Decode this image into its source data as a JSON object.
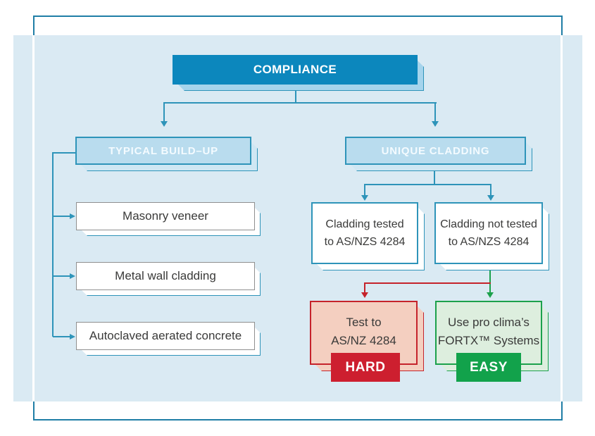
{
  "diagram": {
    "title": "COMPLIANCE",
    "typical": {
      "label": "TYPICAL BUILD–UP",
      "items": [
        "Masonry veneer",
        "Metal wall cladding",
        "Autoclaved aerated concrete"
      ]
    },
    "unique": {
      "label": "UNIQUE CLADDING",
      "tested": {
        "line1": "Cladding tested",
        "line2": "to AS/NZS 4284"
      },
      "not_tested": {
        "line1": "Cladding not tested",
        "line2": "to AS/NZS 4284"
      },
      "hard": {
        "line1": "Test to",
        "line2": "AS/NZ 4284",
        "badge": "HARD"
      },
      "easy": {
        "line1": "Use pro clima’s",
        "line2": "FORTX™ Systems",
        "badge": "EASY"
      }
    },
    "colors": {
      "panel_bg": "#daeaf3",
      "frame_teal": "#1f7ea6",
      "connector_teal": "#2e94b9",
      "compliance_fill": "#0c87bd",
      "branch_fill": "#b9dcee",
      "item_border_gray": "#8f8f8f",
      "pink_fill": "#f4cfc0",
      "red_line": "#c5232b",
      "hard_badge": "#cd1f2f",
      "green_fill": "#ddeede",
      "green_line": "#1ca14c",
      "easy_badge": "#12a24b",
      "text_dark": "#3a3a39"
    }
  }
}
